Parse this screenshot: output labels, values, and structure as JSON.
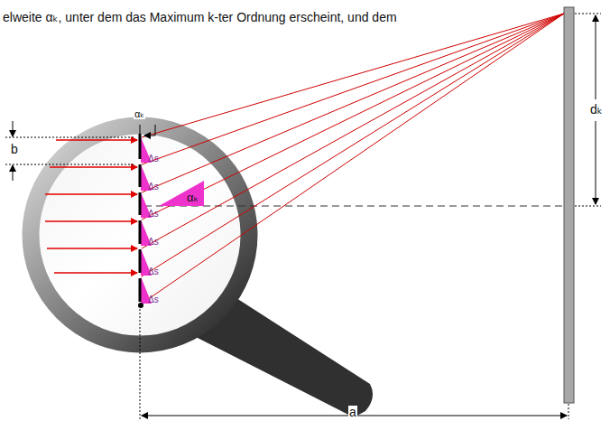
{
  "diagram": {
    "labels": [
      "elweite αₖ, unter dem das Maximum k-ter Ordnung erscheint, und dem",
      "αₖ",
      "b",
      "Δs",
      "Δs",
      "Δs",
      "Δs",
      "Δs",
      "Δs",
      "αₖ",
      "dₖ",
      "a"
    ]
  }
}
